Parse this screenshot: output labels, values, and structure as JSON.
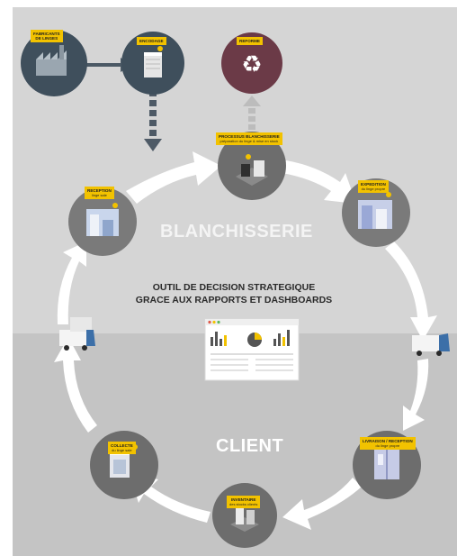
{
  "zones": {
    "top": "BLANCHISSERIE",
    "bottom": "CLIENT"
  },
  "center": {
    "line1": "OUTIL DE DECISION STRATEGIQUE",
    "line2": "GRACE AUX RAPPORTS ET DASHBOARDS"
  },
  "nodes": {
    "fabricants": {
      "title": "FABRICANTS\nDE LINGES"
    },
    "encodage": {
      "title": "ENCODAGE"
    },
    "reforme": {
      "title": "REFORME"
    },
    "processus": {
      "title": "PROCESSUS BLANCHISSERIE",
      "sub": "préparation du linge & mise en stock"
    },
    "reception": {
      "title": "RECEPTION",
      "sub": "linge sale"
    },
    "expedition": {
      "title": "EXPEDITION",
      "sub": "du linge propre"
    },
    "livraison": {
      "title": "LIVRAISON / RECEPTION",
      "sub": "du linge propre"
    },
    "inventaire": {
      "title": "INVENTAIRE",
      "sub": "des stocks clients"
    },
    "collecte": {
      "title": "COLLECTE",
      "sub": "du linge sale"
    }
  },
  "colors": {
    "label": "#f2c200",
    "node_dark": "#3f4f5c",
    "node_gray": "#6d6d6d",
    "reforme": "#6b3a47",
    "arrow": "#ffffff",
    "dashed_arrow": "#4e5a66"
  },
  "icons": [
    "recycle-icon",
    "truck-icon",
    "dashboard-icon"
  ]
}
